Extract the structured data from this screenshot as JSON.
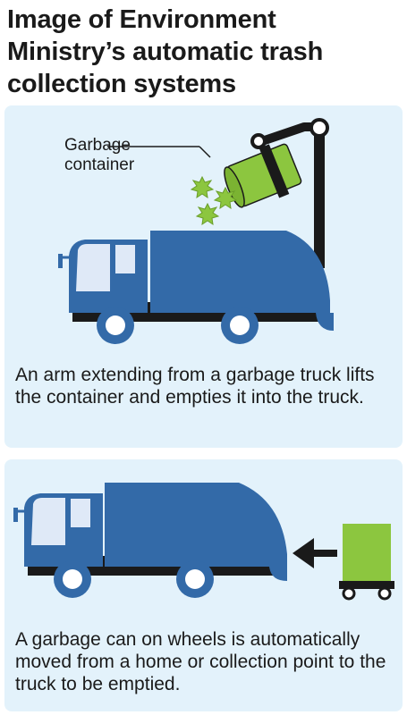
{
  "title": [
    "Image of Environment",
    "Ministry’s automatic trash",
    "collection systems"
  ],
  "panel1": {
    "label_line1": "Garbage",
    "label_line2": "container",
    "caption": "An arm extending from a garbage truck lifts the container and empties it into the truck."
  },
  "panel2": {
    "caption": "A garbage can on wheels is automatically moved from a home or collection point to the truck to be emptied."
  },
  "colors": {
    "truck_blue": "#336aa8",
    "window": "#dfe9f7",
    "green": "#8cc63f",
    "panel_bg": "#e3f2fb",
    "dark": "#1a1a1a"
  }
}
